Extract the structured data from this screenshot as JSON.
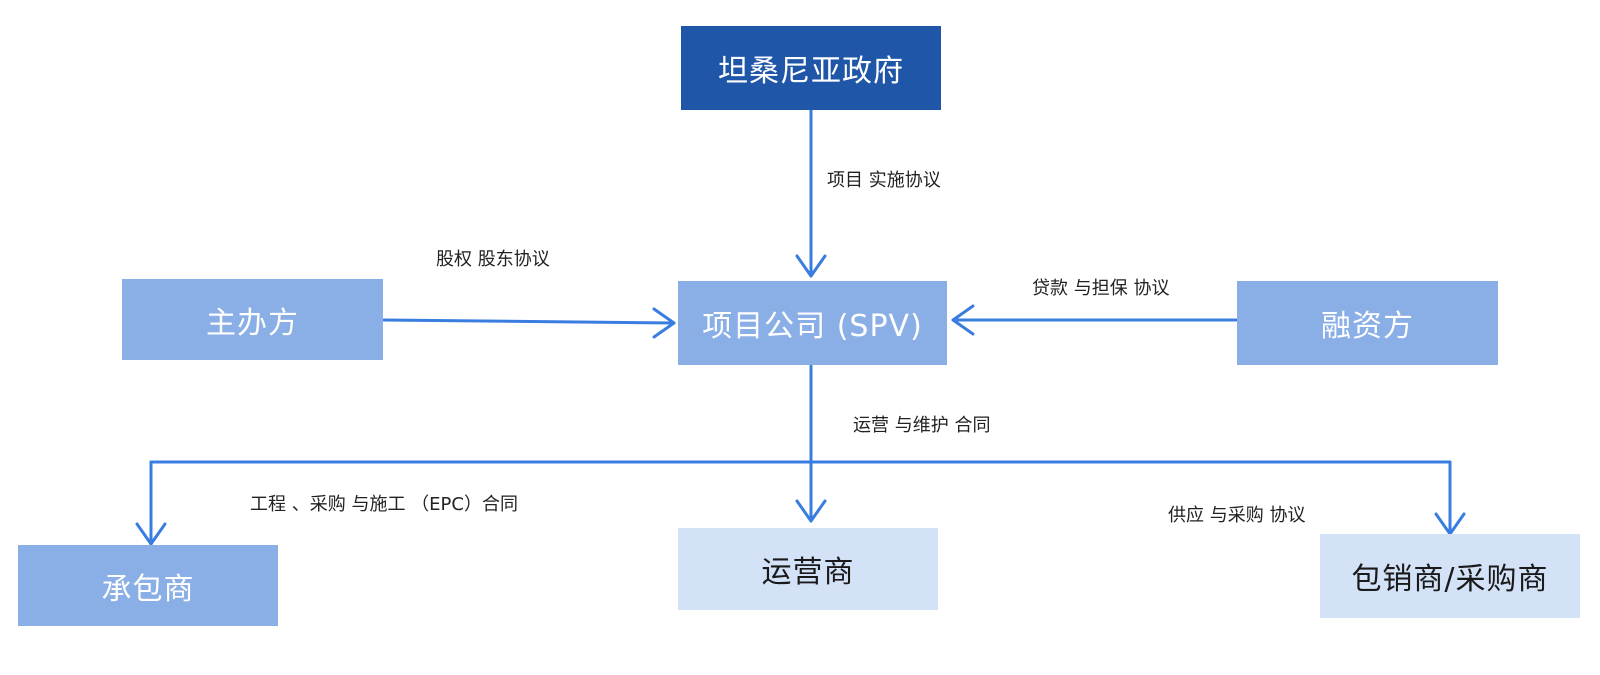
{
  "colors": {
    "dark_box": "#1f56a8",
    "medium_box": "#8aaee6",
    "light_box": "#d4e2f7",
    "arrow": "#3a7de0"
  },
  "nodes": {
    "government": "坦桑尼亚政府",
    "spv": "项目公司 (SPV)",
    "sponsor": "主办方",
    "financier": "融资方",
    "contractor": "承包商",
    "operator": "运营商",
    "offtaker": "包销商/采购商"
  },
  "edges": {
    "implementation": "项目 实施协议",
    "shareholder": "股权 股东协议",
    "loan": "贷款 与担保 协议",
    "om": "运营 与维护 合同",
    "epc": "工程 、采购 与施工 （EPC）合同",
    "supply": "供应 与采购 协议"
  }
}
